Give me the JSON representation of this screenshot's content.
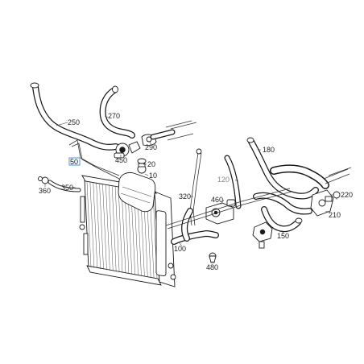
{
  "diagram": {
    "labels": {
      "p10": "10",
      "p20": "20",
      "p50": "50",
      "p100": "100",
      "p120": "120",
      "p150": "150",
      "p180": "180",
      "p210": "210",
      "p220": "220",
      "p250": "250",
      "p270": "270",
      "p290": "290",
      "p320": "320",
      "p350": "350",
      "p360": "360",
      "p450": "450",
      "p460": "460",
      "p480": "480"
    },
    "colors": {
      "ink": "#1a1a1a",
      "label": "#222222",
      "muted_label": "#888888",
      "highlight_box": "#6ea8d8"
    }
  }
}
